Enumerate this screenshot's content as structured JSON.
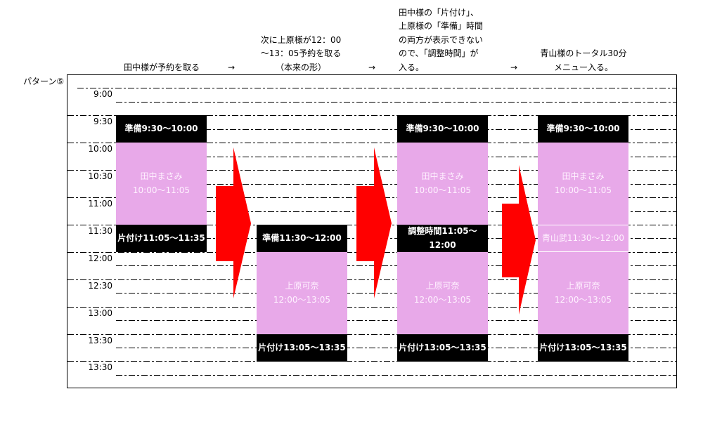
{
  "pattern_label": "パターン⑤",
  "colors": {
    "appointment": "#E8A9E9",
    "appointment_text": "#FFF2FF",
    "buffer": "#000000",
    "buffer_text": "#FFFFFF",
    "arrow": "#FF0000",
    "gridline": "#000000"
  },
  "captions": [
    {
      "lines": [
        "田中様が予約を取る"
      ]
    },
    {
      "lines": [
        "次に上原様が12：00",
        "～13：05予約を取る",
        "（本来の形）"
      ]
    },
    {
      "lines": [
        "田中様の「片付け」、",
        "上原様の「準備」時間",
        "の両方が表示できない",
        "ので、「調整時間」が",
        "入る。"
      ]
    },
    {
      "lines": [
        "青山様のトータル30分",
        "メニュー入る。"
      ]
    }
  ],
  "step_arrows": [
    "→",
    "→",
    "→"
  ],
  "time_labels": [
    "9:00",
    "9:30",
    "10:00",
    "10:30",
    "11:00",
    "11:30",
    "12:00",
    "12:30",
    "13:00",
    "13:30",
    "13:30"
  ],
  "columns": [
    {
      "blocks": [
        {
          "lines": [
            "準備9:30～10:00"
          ]
        },
        {
          "lines": [
            "田中まさみ",
            "10:00～11:05"
          ]
        },
        {
          "lines": [
            "片付け11:05～11:35"
          ]
        }
      ]
    },
    {
      "blocks": [
        {
          "lines": [
            "準備11:30～12:00"
          ]
        },
        {
          "lines": [
            "上原可奈",
            "12:00～13:05"
          ]
        },
        {
          "lines": [
            "片付け13:05～13:35"
          ]
        }
      ]
    },
    {
      "blocks": [
        {
          "lines": [
            "準備9:30～10:00"
          ]
        },
        {
          "lines": [
            "田中まさみ",
            "10:00～11:05"
          ]
        },
        {
          "lines": [
            "調整時間11:05～",
            "12:00"
          ]
        },
        {
          "lines": [
            "上原可奈",
            "12:00～13:05"
          ]
        },
        {
          "lines": [
            "片付け13:05～13:35"
          ]
        }
      ]
    },
    {
      "blocks": [
        {
          "lines": [
            "準備9:30～10:00"
          ]
        },
        {
          "lines": [
            "田中まさみ",
            "10:00～11:05"
          ]
        },
        {
          "lines": [
            "青山武11:30～12:00"
          ]
        },
        {
          "lines": [
            "上原可奈",
            "12:00～13:05"
          ]
        },
        {
          "lines": [
            "片付け13:05～13:35"
          ]
        }
      ]
    }
  ]
}
